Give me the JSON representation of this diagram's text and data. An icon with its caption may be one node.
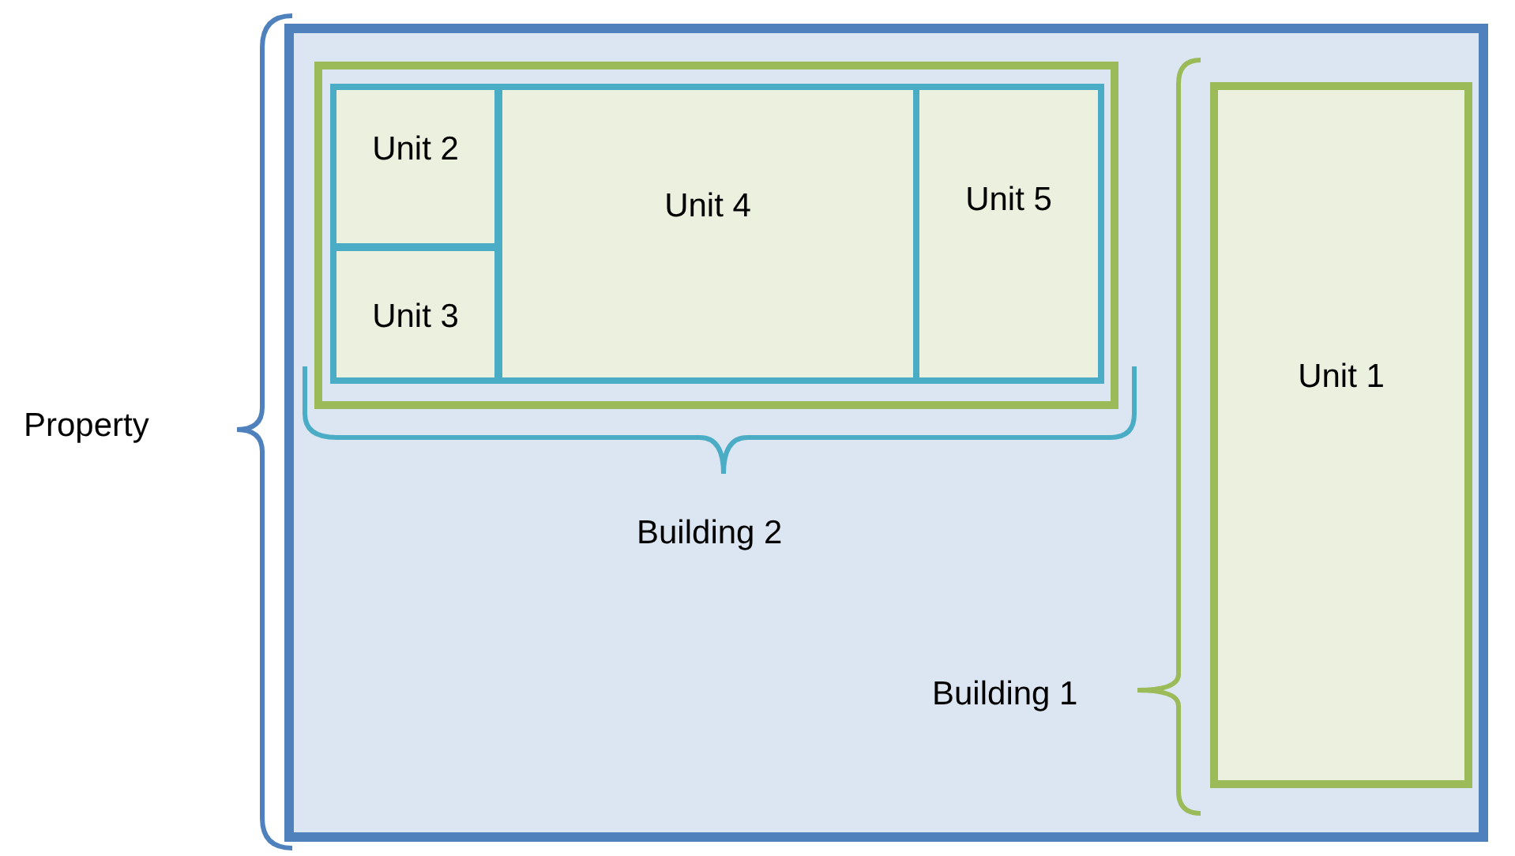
{
  "diagram": {
    "nodes": [
      {
        "text": [
          "Property"
        ]
      },
      {
        "text": [
          "Building 2"
        ],
        "in": 0
      },
      {
        "text": [
          "Unit 2"
        ],
        "in": 1
      },
      {
        "text": [
          "Unit 3"
        ],
        "in": 1
      },
      {
        "text": [
          "Unit 4"
        ],
        "in": 1
      },
      {
        "text": [
          "Unit 5"
        ],
        "in": 1
      },
      {
        "text": [
          "Building 1"
        ],
        "in": 0
      },
      {
        "text": [
          "Unit 1"
        ],
        "in": 6
      }
    ]
  }
}
